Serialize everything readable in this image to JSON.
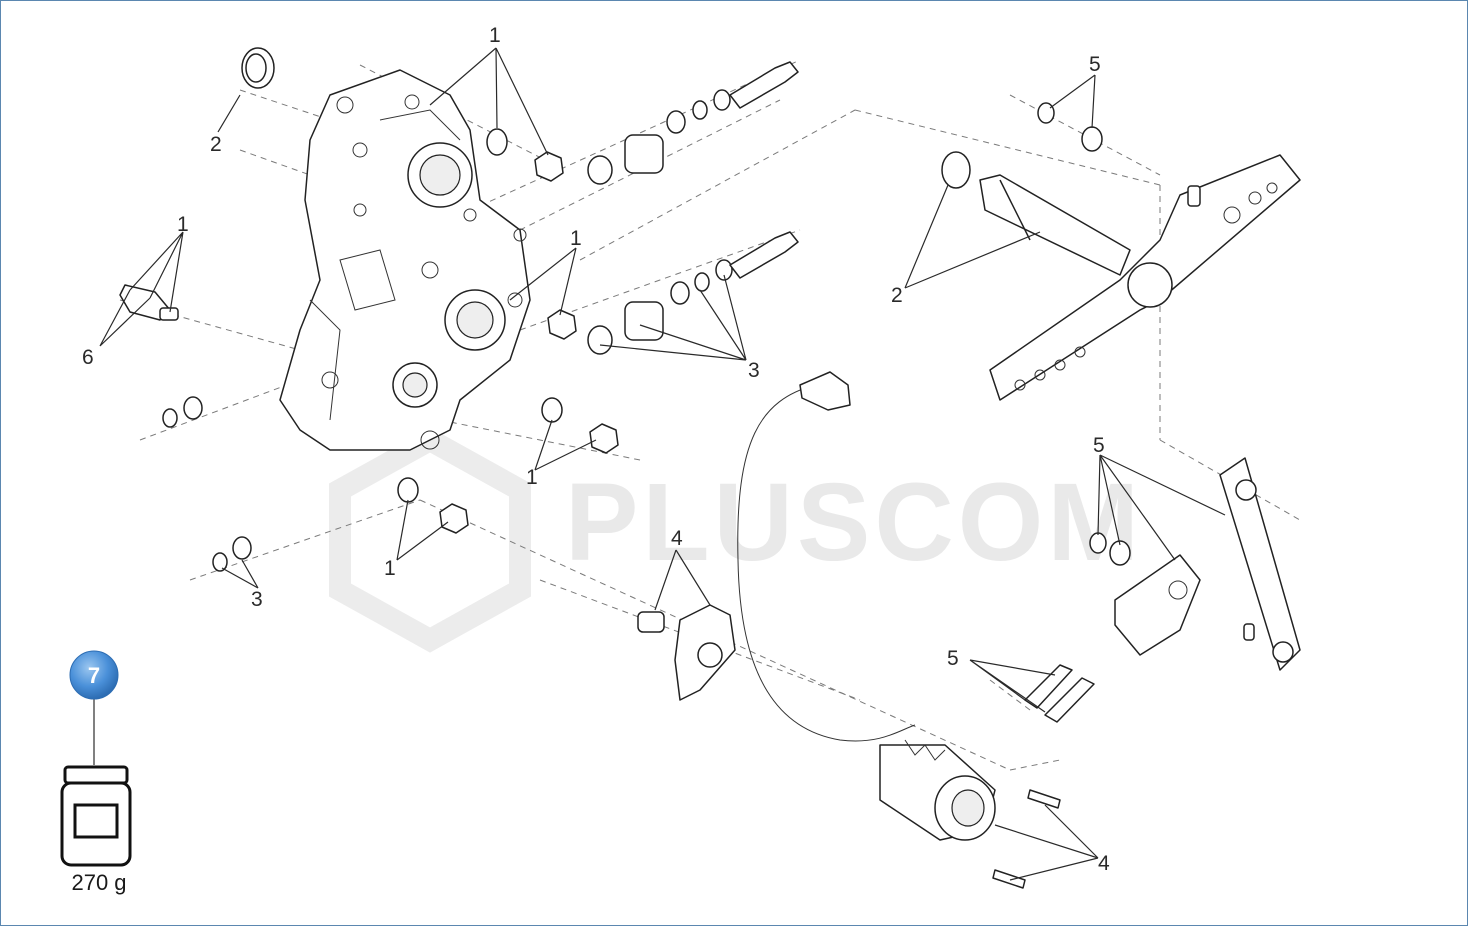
{
  "watermark": "PLUSCOM",
  "callouts": {
    "c1a": "1",
    "c1b": "1",
    "c1c": "1",
    "c1d": "1",
    "c1e": "1",
    "c2a": "2",
    "c2b": "2",
    "c3a": "3",
    "c3b": "3",
    "c4a": "4",
    "c4b": "4",
    "c5a": "5",
    "c5b": "5",
    "c5c": "5",
    "c6": "6"
  },
  "badge": {
    "number": "7",
    "color": "#4a90d9"
  },
  "weight_label": "270 g",
  "colors": {
    "frame": "#5b87b0",
    "ink": "#222222"
  }
}
